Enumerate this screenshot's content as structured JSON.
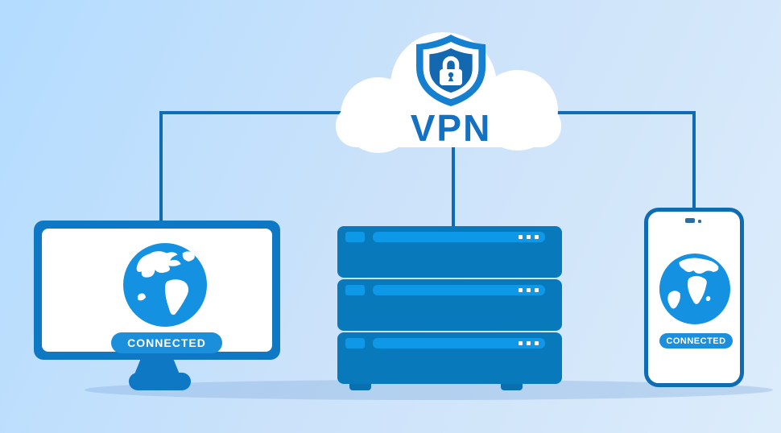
{
  "scene": {
    "description_label": "",
    "theme": {
      "bg-top-left": "#b3dcff",
      "bg-mid": "#cbe2fa",
      "bg-bottom-right": "#dcecfb",
      "line-color": "#0d6cb4",
      "cloud-color": "#ffffff",
      "shield-outline": "#1580d0",
      "shield-inner": "#1368b0",
      "vpn-text": "#1470c2",
      "monitor-frame": "#0e78c4",
      "server-body": "#0879bb",
      "server-strip": "#0f97e8",
      "globe-blue": "#1591e2",
      "badge-blue": "#1b8fdc",
      "phone-border": "#0d6cb4"
    }
  },
  "cloud": {
    "label": "VPN",
    "icon": "shield-lock-icon"
  },
  "connections": {
    "count": 3,
    "targets": [
      "monitor",
      "server-rack",
      "phone"
    ]
  },
  "devices": {
    "monitor": {
      "icon": "globe-americas-icon",
      "status": "CONNECTED"
    },
    "server_rack": {
      "units": 3,
      "leds_per_unit": 3
    },
    "phone": {
      "icon": "globe-africa-icon",
      "status": "CONNECTED"
    }
  }
}
